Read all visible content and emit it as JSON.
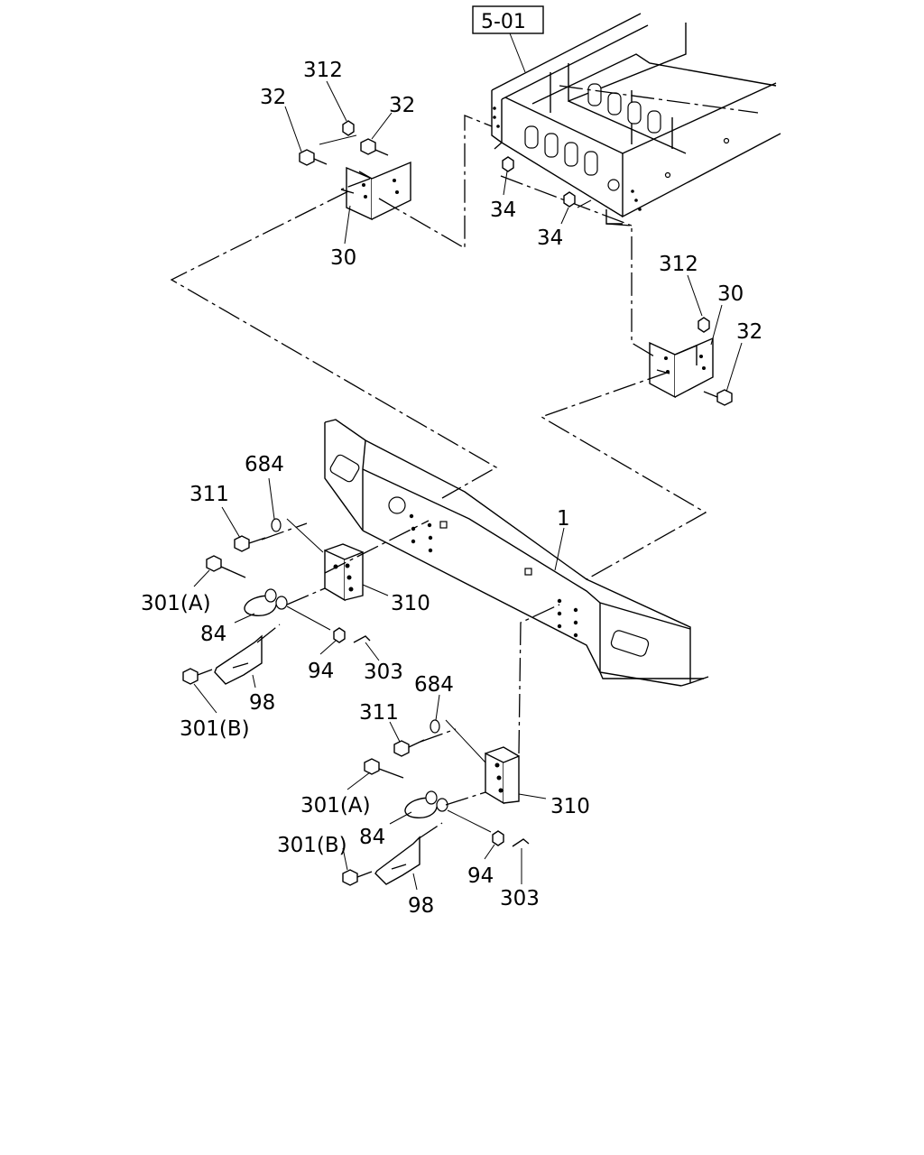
{
  "reference_box": {
    "text": "5-01"
  },
  "labels": {
    "p312_top": "312",
    "p32_tl": "32",
    "p32_tr": "32",
    "p30_top": "30",
    "p34_a": "34",
    "p34_b": "34",
    "p312_right": "312",
    "p30_right": "30",
    "p32_right": "32",
    "p1": "1",
    "p684_upper": "684",
    "p311_upper": "311",
    "p301a_upper": "301(A)",
    "p310_upper": "310",
    "p84_upper": "84",
    "p94_upper": "94",
    "p303_upper": "303",
    "p98_upper": "98",
    "p301b_upper": "301(B)",
    "p684_lower": "684",
    "p311_lower": "311",
    "p301a_lower": "301(A)",
    "p310_lower": "310",
    "p84_lower": "84",
    "p301b_lower": "301(B)",
    "p94_lower": "94",
    "p303_lower": "303",
    "p98_lower": "98"
  }
}
